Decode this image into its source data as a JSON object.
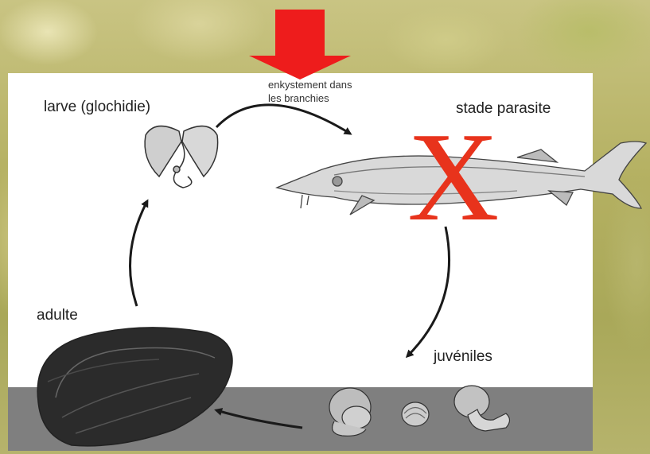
{
  "labels": {
    "larve": "larve (glochidie)",
    "enkystement_line1": "enkystement dans",
    "enkystement_line2": "les branchies",
    "stade_parasite": "stade parasite",
    "adulte": "adulte",
    "juveniles": "juvéniles"
  },
  "marker": {
    "cross_text": "X",
    "cross_color": "#e8331c",
    "arrow_color": "#ee1c1c"
  },
  "colors": {
    "panel": "#ffffff",
    "ground": "#7f7f7f",
    "cycle_arrows": "#1a1a1a"
  },
  "icons": [
    "red-down-arrow-icon",
    "glochidium-larva-icon",
    "sturgeon-fish-icon",
    "adult-mussel-icon",
    "juvenile-mussel-icon"
  ]
}
